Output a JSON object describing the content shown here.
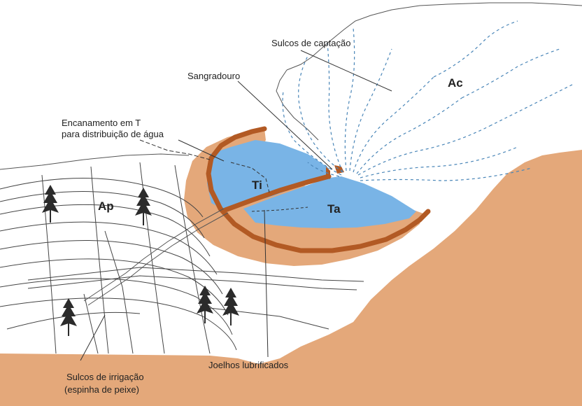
{
  "colors": {
    "terrain": "#e4a87a",
    "terrain_dark": "#d08a5c",
    "water": "#79b4e6",
    "dike": "#b25a24",
    "line": "#3a3a3a",
    "dash": "#4a86b8",
    "tree": "#2b2b2b"
  },
  "labels": {
    "sulcos_captacao": "Sulcos de captação",
    "sangradouro": "Sangradouro",
    "encanamento_1": "Encanamento em T",
    "encanamento_2": "para distribuição de água",
    "ac": "Ac",
    "ti": "Ti",
    "ta": "Ta",
    "ap": "Ap",
    "joelhos": "Joelhos lubrificados",
    "sulcos_irrigacao_1": "Sulcos de irrigação",
    "sulcos_irrigacao_2": "(espinha de peixe)"
  },
  "icons": {
    "tree": "tree-icon"
  }
}
